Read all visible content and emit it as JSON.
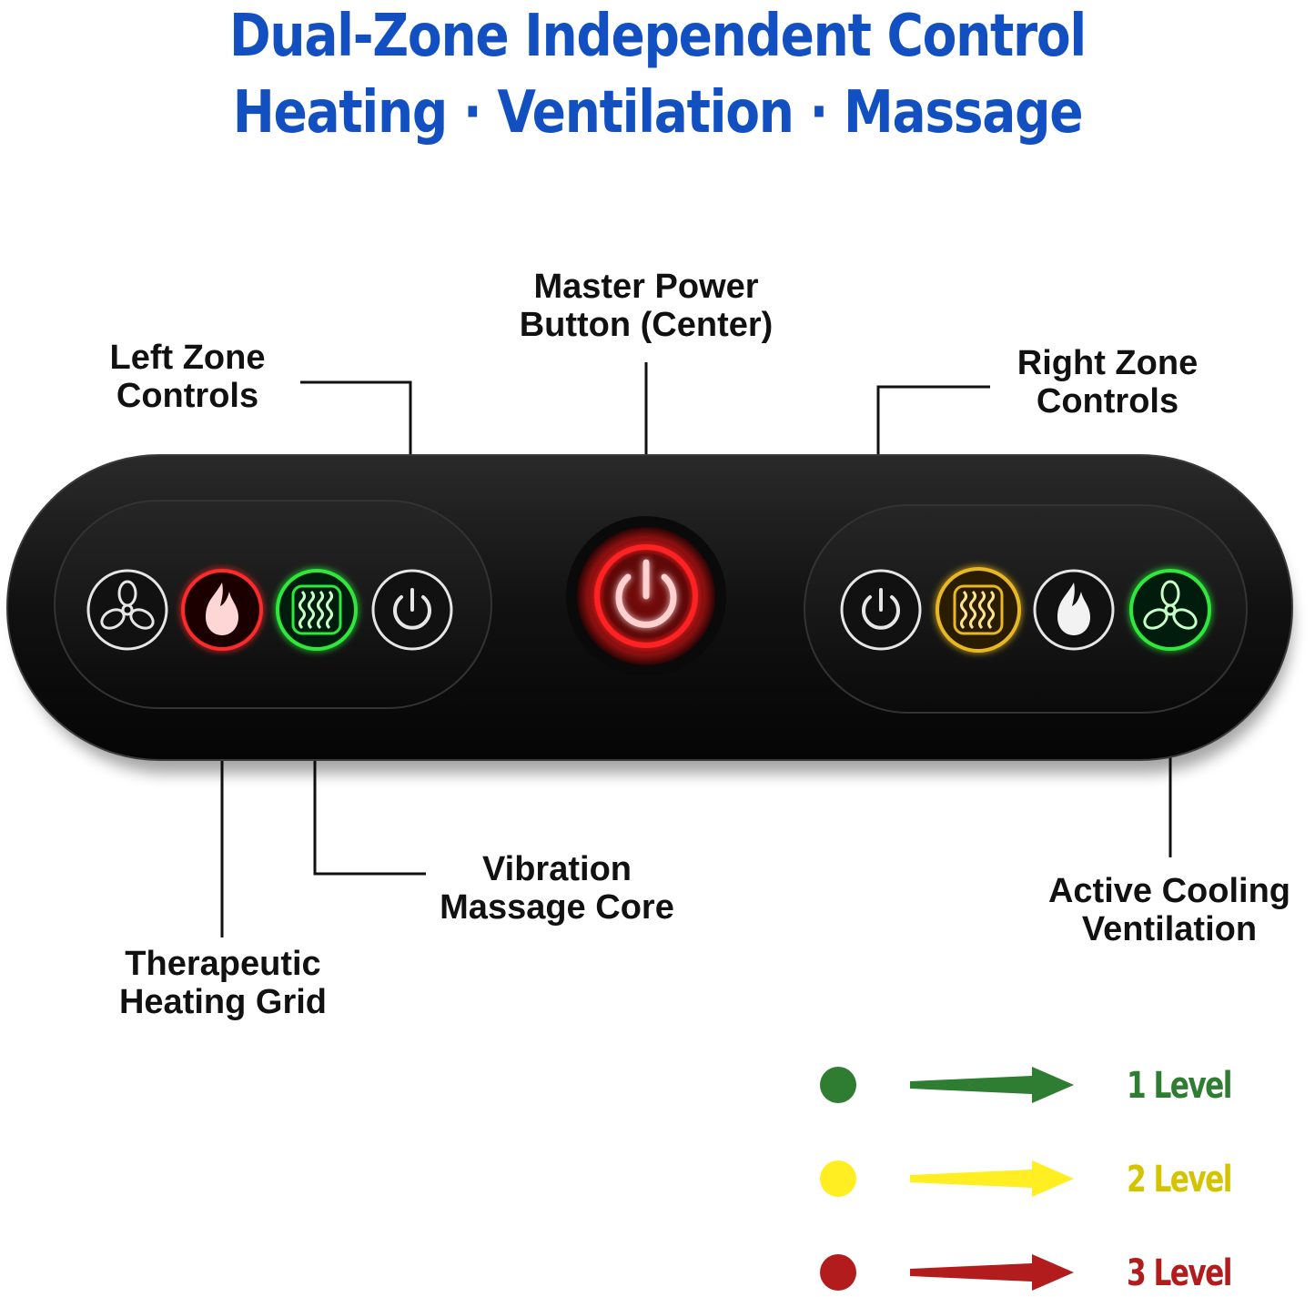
{
  "title": {
    "line1": "Dual-Zone Independent Control",
    "line2": "Heating · Ventilation · Massage"
  },
  "callouts": {
    "left_zone": {
      "line1": "Left Zone",
      "line2": "Controls"
    },
    "master_power": {
      "line1": "Master Power",
      "line2": "Button (Center)"
    },
    "right_zone": {
      "line1": "Right Zone",
      "line2": "Controls"
    },
    "vibration": {
      "line1": "Vibration",
      "line2": "Massage Core"
    },
    "heating": {
      "line1": "Therapeutic",
      "line2": "Heating Grid"
    },
    "cooling": {
      "line1": "Active Cooling",
      "line2": "Ventilation"
    }
  },
  "left_zone_buttons": [
    {
      "icon": "fan-icon",
      "state": "off",
      "color": "#ffffff"
    },
    {
      "icon": "flame-icon",
      "state": "level-3",
      "color": "#ff2a2a"
    },
    {
      "icon": "wave-massage-icon",
      "state": "level-1",
      "color": "#2ee83a"
    },
    {
      "icon": "power-icon",
      "state": "off",
      "color": "#ffffff"
    }
  ],
  "master_button": {
    "icon": "power-icon",
    "state": "on",
    "color": "#ff2020"
  },
  "right_zone_buttons": [
    {
      "icon": "power-icon",
      "state": "off",
      "color": "#ffffff"
    },
    {
      "icon": "wave-massage-icon",
      "state": "level-2",
      "color": "#e8b820"
    },
    {
      "icon": "flame-icon",
      "state": "off",
      "color": "#ffffff"
    },
    {
      "icon": "fan-icon",
      "state": "level-1",
      "color": "#2ee83a"
    }
  ],
  "legend": [
    {
      "label": "1 Level",
      "color": "#2f7d32"
    },
    {
      "label": "2 Level",
      "color": "#d4c400",
      "dot_color": "#ffee22"
    },
    {
      "label": "3 Level",
      "color": "#b21c1c"
    }
  ]
}
